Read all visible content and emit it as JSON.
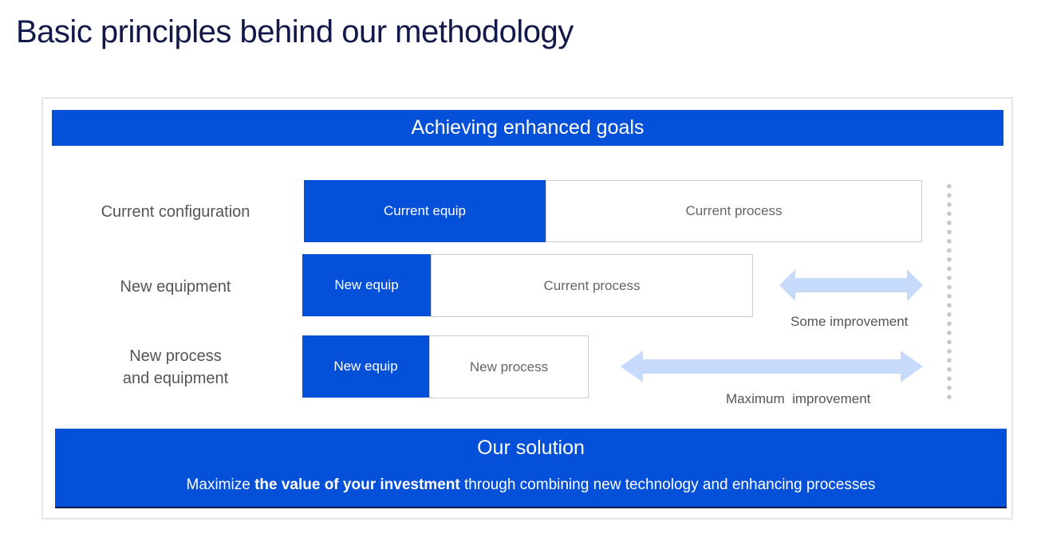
{
  "title": "Basic principles behind our methodology",
  "header": "Achieving enhanced goals",
  "rows": [
    {
      "label": "Current configuration",
      "equip": "Current equip",
      "process": "Current process"
    },
    {
      "label": "New equipment",
      "equip": "New equip",
      "process": "Current process"
    },
    {
      "label_line1": "New process",
      "label_line2": "and equipment",
      "equip": "New equip",
      "process": "New process"
    }
  ],
  "arrows": [
    {
      "caption": "Some improvement"
    },
    {
      "caption": "Maximum  improvement"
    }
  ],
  "solution": {
    "title": "Our solution",
    "desc_pre": "Maximize ",
    "desc_bold": "the value of your investment",
    "desc_post": " through combining new technology and enhancing processes"
  },
  "colors": {
    "blue": "#0550d8",
    "arrow": "#c6dafb",
    "title": "#12194a"
  }
}
